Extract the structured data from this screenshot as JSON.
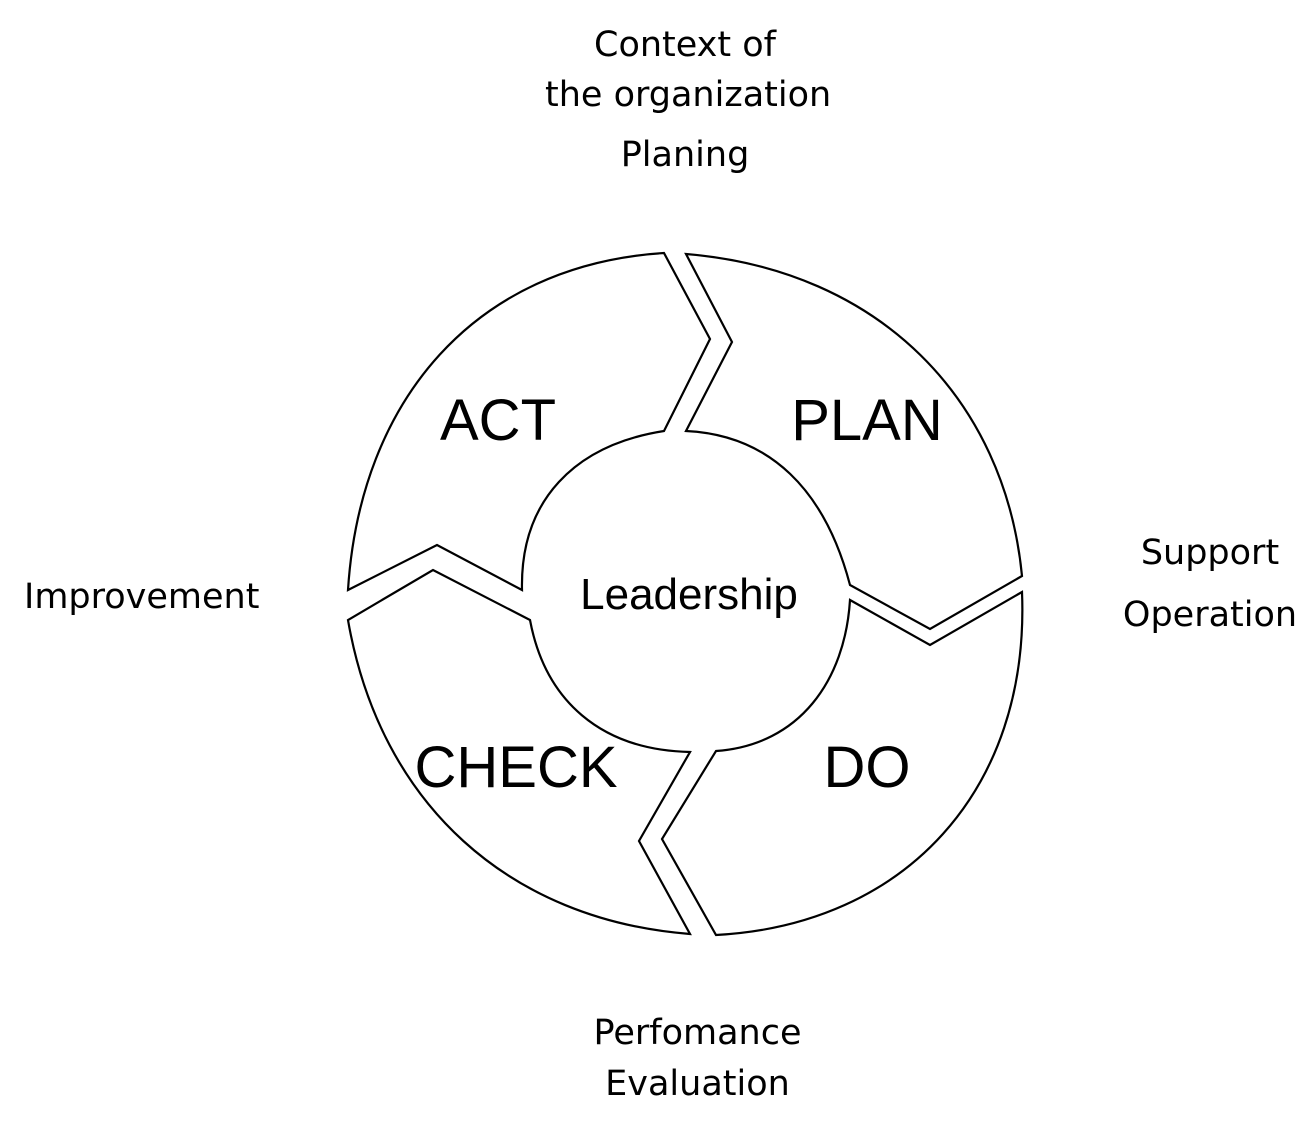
{
  "diagram": {
    "center": "Leadership",
    "phases": {
      "plan": "PLAN",
      "do": "DO",
      "check": "CHECK",
      "act": "ACT"
    },
    "annotations": {
      "top": [
        "Context of",
        "the organization",
        "Planing"
      ],
      "right": [
        "Support",
        "Operation"
      ],
      "bottom": [
        "Perfomance",
        "Evaluation"
      ],
      "left": [
        "Improvement"
      ]
    }
  }
}
